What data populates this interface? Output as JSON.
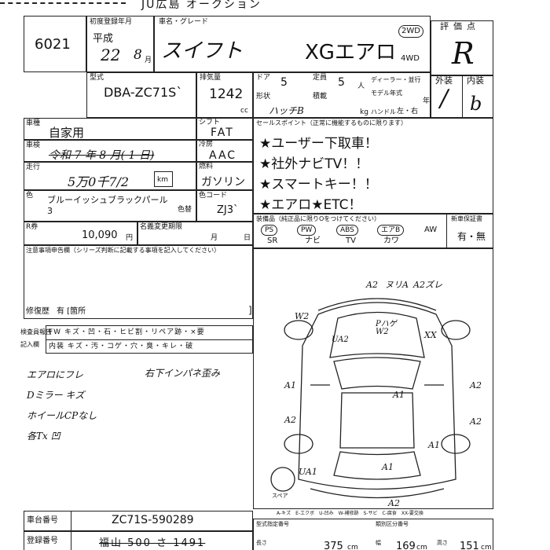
{
  "header": {
    "top_text": "JU広島 オークション"
  },
  "lot": {
    "number": "6021"
  },
  "registration": {
    "label": "初度登録年月",
    "era": "平成",
    "year": "22",
    "month": "8",
    "month_unit": "月"
  },
  "model": {
    "label": "車名・グレード",
    "name": "スイフト",
    "grade": "XGエアロ"
  },
  "drive": {
    "option_2wd": "2WD",
    "option_4wd": "4WD"
  },
  "score": {
    "label": "評価点",
    "value": "R",
    "exterior_label": "外装",
    "interior_label": "内装",
    "exterior_value": "/",
    "interior_value": "b"
  },
  "type": {
    "label": "型式",
    "value": "DBA-ZC71S`"
  },
  "displacement": {
    "label": "排気量",
    "value": "1242",
    "unit": "cc"
  },
  "doors": {
    "label": "ドア",
    "value": "5"
  },
  "capacity": {
    "label": "定員",
    "value": "5",
    "unit": "人"
  },
  "body_type": {
    "label": "形状",
    "value": "ハッチB"
  },
  "misc_labels": {
    "dealer": "ディーラー・並行",
    "model_year": "モデル年式",
    "year_unit": "年",
    "loading": "積載",
    "weight_unit": "kg",
    "handle_label": "ハンドル",
    "handle_value": "左・右"
  },
  "usage": {
    "label": "車種",
    "value": "自家用"
  },
  "shift": {
    "label": "シフト",
    "value": "FAT"
  },
  "inspection": {
    "label": "車検",
    "value": "令和 7 年 8 月( 1 日)"
  },
  "aircon": {
    "label": "冷房",
    "value": "AAC"
  },
  "mileage": {
    "label": "走行",
    "value": "5万0千7/2",
    "unit": "km"
  },
  "fuel": {
    "label": "燃料",
    "value": "ガソリン"
  },
  "color": {
    "label": "色",
    "value": "ブルーイッシュブラックパール3",
    "paint_label": "色替",
    "code_label": "色コード",
    "code_value": "ZJ3`"
  },
  "selling_points": {
    "label": "セールスポイント（正常に機能するものに限ります）",
    "lines": [
      "★ユーザー下取車！",
      "★社外ナビTV！！",
      "★スマートキー！！",
      "★エアロ★ETC！"
    ]
  },
  "recycle": {
    "label": "R券",
    "value": "10,090",
    "unit": "円",
    "delivery_label": "名義変更期限",
    "month_label": "月",
    "day_label": "日"
  },
  "equipment": {
    "label": "装備品（純正品に限りOをつけてください）",
    "new_car_label": "新車保証書",
    "new_car_value": "有・無",
    "row1": [
      "PS",
      "PW",
      "ABS",
      "エアB",
      "AW"
    ],
    "row2": [
      "SR",
      "ナビ",
      "TV",
      "カワ"
    ]
  },
  "notes": {
    "label": "注意事項申告欄（シリーズ判断に記載する事項を記入してください）",
    "repair_label": "修復歴",
    "repair_value": "有 [箇所"
  },
  "inspector": {
    "label": "検査員報告",
    "label2": "記入欄",
    "row1": [
      "FW",
      "キズ",
      "凹",
      "石",
      "ヒビ割",
      "リペア跡",
      "×要"
    ],
    "row2": [
      "内装",
      "キズ",
      "汚",
      "コゲ",
      "穴",
      "臭",
      "キレ",
      "破"
    ]
  },
  "handwritten": {
    "lines": [
      "エアロにフレ",
      "Dミラー キズ",
      "ホイールCPなし",
      "各Tx 凹"
    ],
    "extra": "右下インパネ歪み"
  },
  "diagram": {
    "marks": [
      "A2",
      "ヌリA",
      "A2ズレ",
      "W2",
      "Pハゲ W2",
      "XX",
      "UA2",
      "A1",
      "A2",
      "A1",
      "A2",
      "A2",
      "A1",
      "UA1",
      "A1",
      "A2",
      "スペア"
    ],
    "legend": "A-キズ　E-エクボ　U-凹み　W-補修跡　S-サビ　C-腐食　XX-要交換"
  },
  "footer": {
    "chassis_label": "車台番号",
    "chassis_value": "ZC71S-590289",
    "plate_label": "登録番号",
    "plate_value": "福山 500 さ 1491",
    "length_value": "375",
    "width_value": "169",
    "height_value": "151",
    "dim_unit": "cm",
    "misc_label1": "型式指定番号",
    "misc_label2": "類別区分番号",
    "length_label": "長さ",
    "width_label": "幅",
    "height_label": "高さ"
  }
}
